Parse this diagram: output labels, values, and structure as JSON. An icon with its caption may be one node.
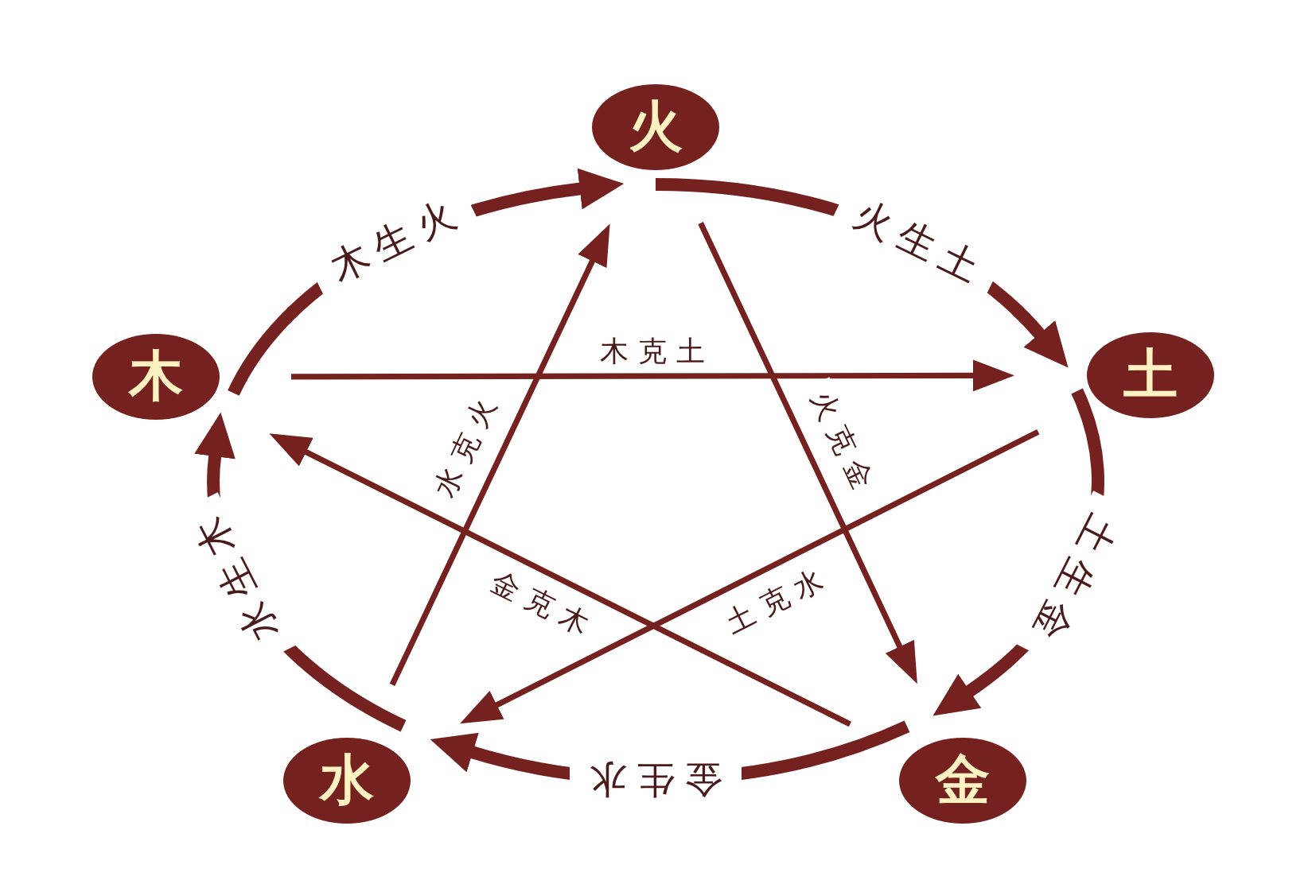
{
  "diagram": {
    "nodes": [
      {
        "text": [
          "火"
        ]
      },
      {
        "text": [
          "木"
        ]
      },
      {
        "text": [
          "土"
        ]
      },
      {
        "text": [
          "水"
        ]
      },
      {
        "text": [
          "金"
        ]
      }
    ],
    "edges": [
      {
        "from": 1,
        "to": 2,
        "arrow": "to",
        "label": "木克土"
      },
      {
        "from": 3,
        "to": 0,
        "arrow": "to",
        "label": "水克火"
      },
      {
        "from": 0,
        "to": 4,
        "arrow": "to",
        "label": "火克金"
      },
      {
        "from": 4,
        "to": 1,
        "arrow": "to",
        "label": "金克木"
      },
      {
        "from": 2,
        "to": 3,
        "arrow": "to",
        "label": "土克水"
      },
      {
        "from": 1,
        "to": 0,
        "arrow": "to",
        "label": "木生火",
        "style": "thick"
      },
      {
        "from": 0,
        "to": 2,
        "arrow": "to",
        "label": "火生土",
        "style": "thick"
      },
      {
        "from": 2,
        "to": 4,
        "arrow": "to",
        "label": "土生金",
        "style": "thick"
      },
      {
        "from": 4,
        "to": 3,
        "arrow": "to",
        "label": "金生水",
        "style": "thick"
      },
      {
        "from": 3,
        "to": 1,
        "arrow": "to",
        "label": "水生木",
        "style": "thick"
      }
    ]
  }
}
